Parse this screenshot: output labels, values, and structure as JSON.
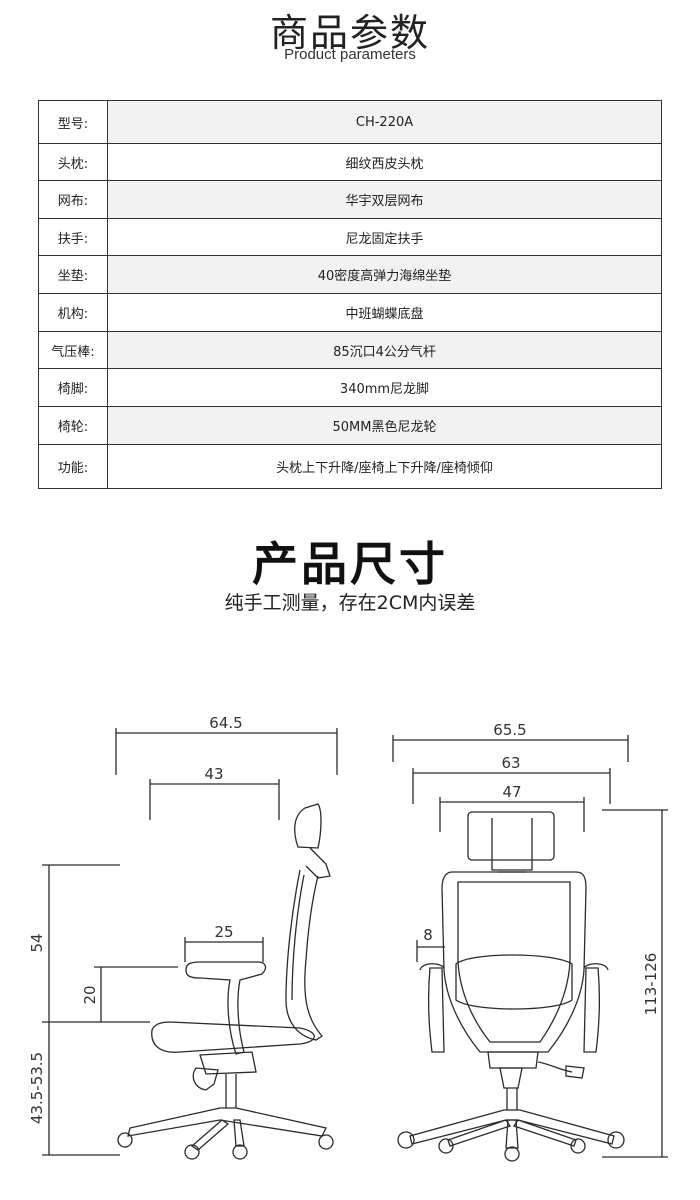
{
  "header": {
    "title_cn": "商品参数",
    "title_en": "Product parameters"
  },
  "params": [
    {
      "label": "型号:",
      "value": "CH-220A"
    },
    {
      "label": "头枕:",
      "value": "细纹西皮头枕"
    },
    {
      "label": "网布:",
      "value": "华宇双层网布"
    },
    {
      "label": "扶手:",
      "value": "尼龙固定扶手"
    },
    {
      "label": "坐垫:",
      "value": "40密度高弹力海绵坐垫"
    },
    {
      "label": "机构:",
      "value": "中班蝴蝶底盘"
    },
    {
      "label": "气压棒:",
      "value": "85沉口4公分气杆"
    },
    {
      "label": "椅脚:",
      "value": "340mm尼龙脚"
    },
    {
      "label": "椅轮:",
      "value": "50MM黑色尼龙轮"
    },
    {
      "label": "功能:",
      "value": "头枕上下升降/座椅上下升降/座椅倾仰"
    }
  ],
  "dimensions": {
    "title": "产品尺寸",
    "subtitle": "纯手工测量，存在2CM内误差",
    "side_view": {
      "depth_total": "64.5",
      "depth_seat": "43",
      "armrest_width": "25",
      "back_height": "54",
      "armrest_height": "20",
      "seat_height": "43.5-53.5"
    },
    "front_view": {
      "width_total": "65.5",
      "width_arms": "63",
      "width_back": "47",
      "arm_thickness": "8",
      "total_height": "113-126"
    }
  }
}
